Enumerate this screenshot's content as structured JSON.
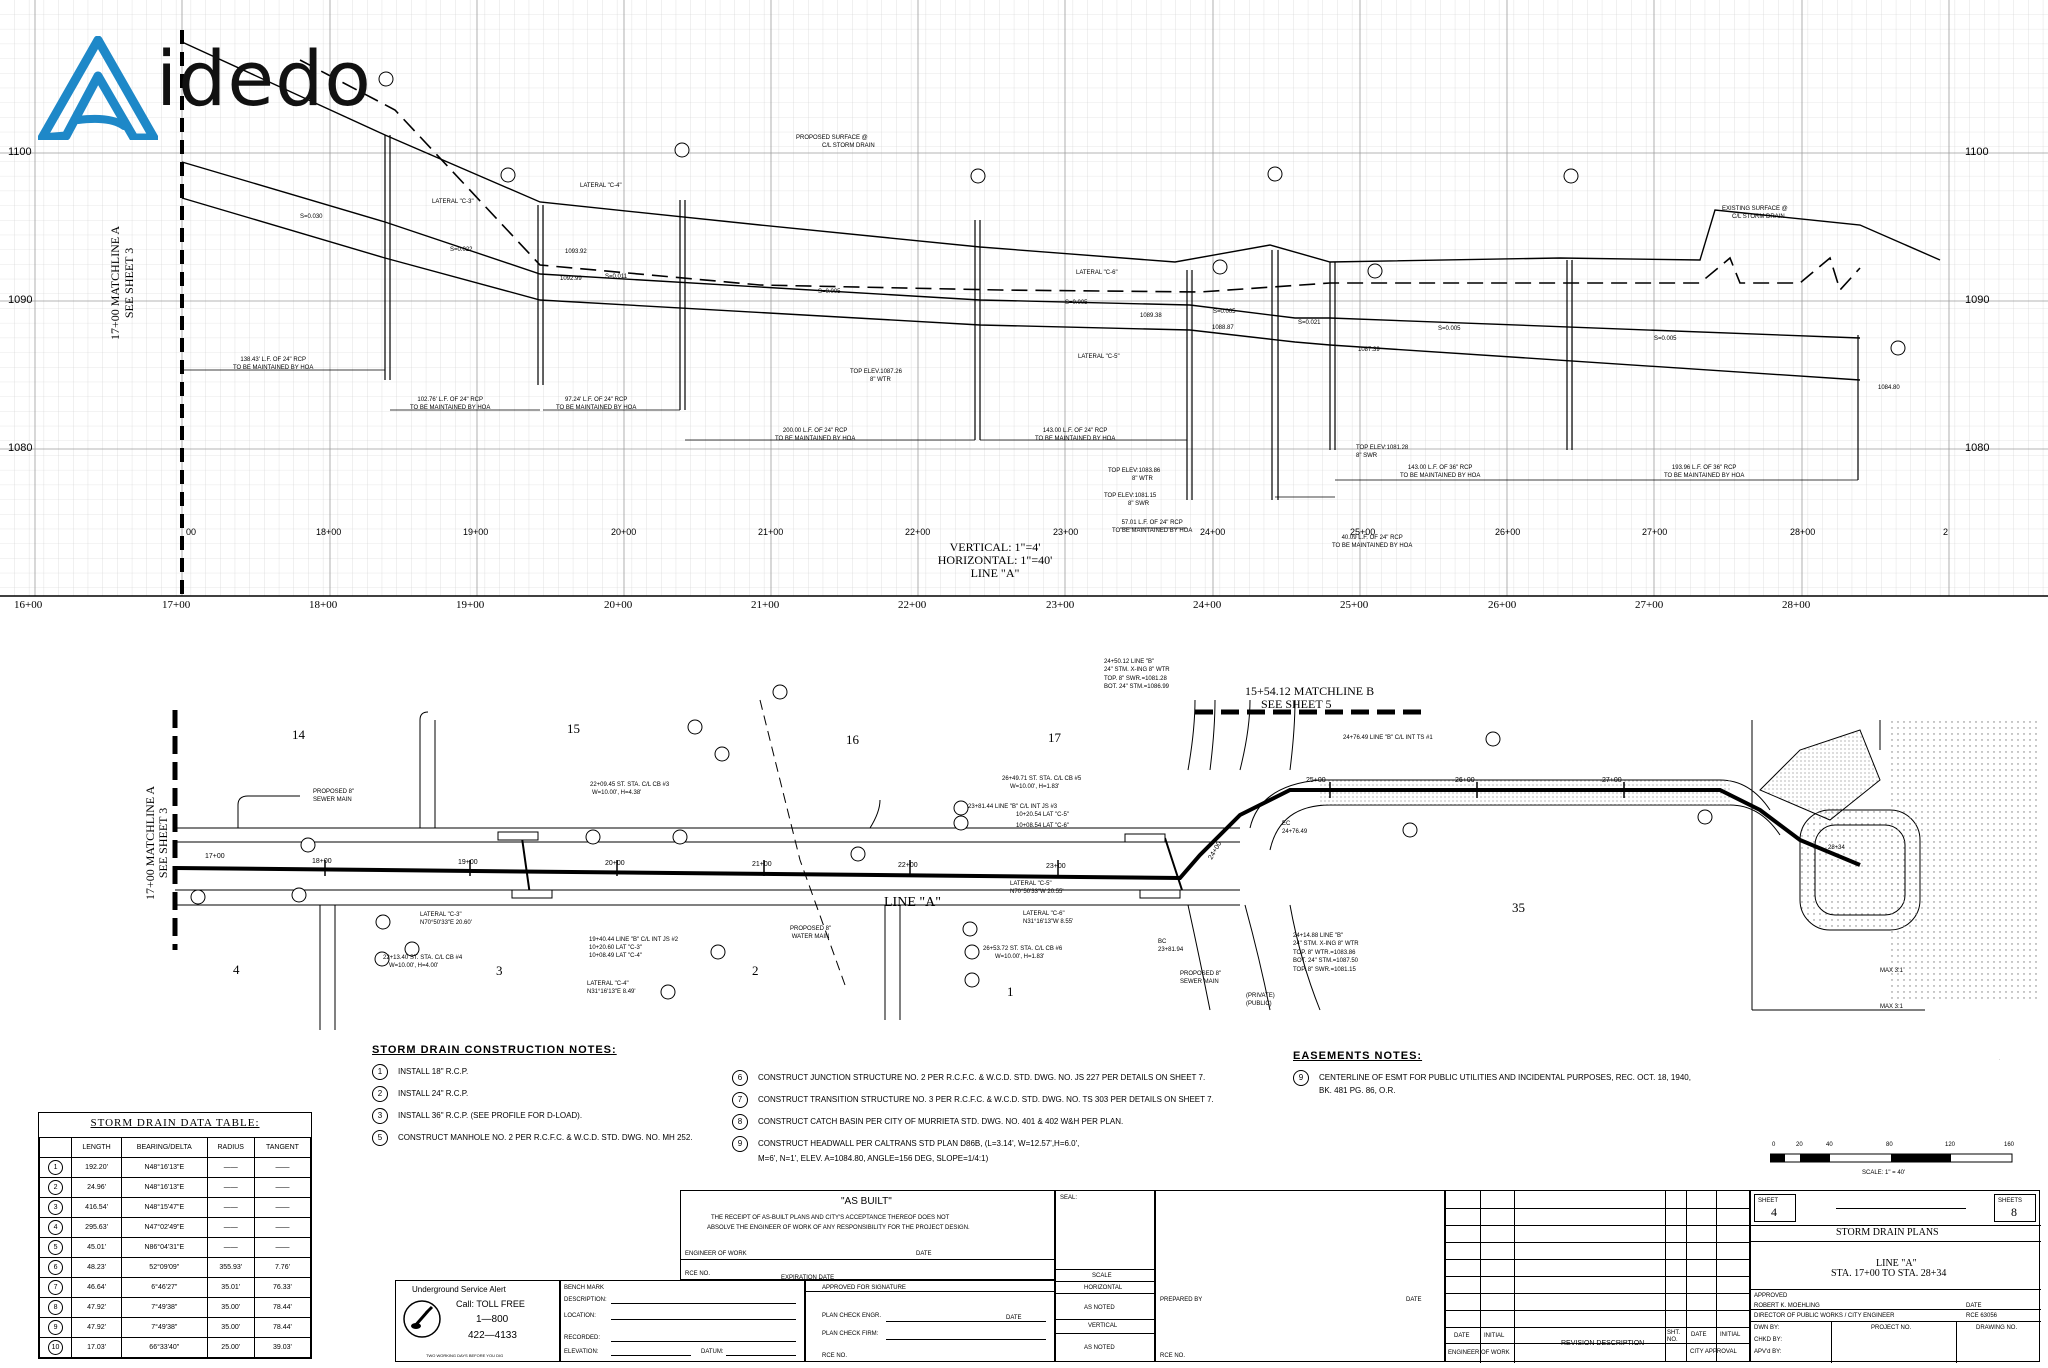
{
  "brand": {
    "name": "idedo",
    "accent": "#1e88c8"
  },
  "profile": {
    "elev_labels": [
      "1100",
      "1090",
      "1080"
    ],
    "station_labels_bottom": [
      "16+00",
      "17+00",
      "18+00",
      "19+00",
      "20+00",
      "21+00",
      "22+00",
      "23+00",
      "24+00",
      "25+00",
      "26+00",
      "27+00",
      "28+00"
    ],
    "station_labels_inner": [
      "00",
      "18+00",
      "19+00",
      "20+00",
      "21+00",
      "22+00",
      "23+00",
      "24+00",
      "25+00",
      "26+00",
      "27+00",
      "28+00",
      "2"
    ],
    "matchline": "17+00 MATCHLINE A",
    "matchline_sub": "SEE SHEET 3",
    "scale_vertical": "VERTICAL: 1\"=4'",
    "scale_horizontal": "HORIZONTAL: 1\"=40'",
    "line_name": "LINE \"A\"",
    "proposed_surface": "PROPOSED SURFACE @",
    "proposed_surface_2": "C/L STORM DRAIN",
    "existing_surface": "EXISTING SURFACE @",
    "existing_surface_2": "C/L STORM DRAIN",
    "lateral_c3": "LATERAL \"C-3\"",
    "lateral_c4": "LATERAL \"C-4\"",
    "lateral_c6": "LATERAL \"C-6\"",
    "lateral_c5": "LATERAL \"C-5\"",
    "slopes": [
      "S=0.030",
      "S=0.022",
      "S=0.011",
      "S=0.005",
      "S=0.005",
      "S=0.005",
      "S=0.021",
      "S=0.005",
      "S=0.005"
    ],
    "elevs": [
      "1093.92",
      "1092.99",
      "1089.38",
      "1088.87",
      "1087.39",
      "1084.80"
    ],
    "pipe_runs": [
      {
        "l1": "138.43' L.F. OF 24\" RCP",
        "l2": "TO BE MAINTAINED BY HOA"
      },
      {
        "l1": "102.76' L.F. OF 24\" RCP",
        "l2": "TO BE MAINTAINED BY HOA"
      },
      {
        "l1": "97.24' L.F. OF 24\" RCP",
        "l2": "TO BE MAINTAINED BY HOA"
      },
      {
        "l1": "200.00 L.F. OF 24\" RCP",
        "l2": "TO BE MAINTAINED BY HOA"
      },
      {
        "l1": "143.00 L.F. OF 24\" RCP",
        "l2": "TO BE MAINTAINED BY HOA"
      },
      {
        "l1": "57.01 L.F. OF 24\" RCP",
        "l2": "TO BE MAINTAINED BY HOA"
      },
      {
        "l1": "40.09 L.F. OF 24\" RCP",
        "l2": "TO BE MAINTAINED BY HOA"
      },
      {
        "l1": "143.00 L.F. OF 36\" RCP",
        "l2": "TO BE MAINTAINED BY HOA"
      },
      {
        "l1": "193.96 L.F. OF 36\" RCP",
        "l2": "TO BE MAINTAINED BY HOA"
      }
    ],
    "top_elevs": [
      {
        "l1": "TOP ELEV.1087.26",
        "l2": "8\" WTR"
      },
      {
        "l1": "TOP ELEV:1083.86",
        "l2": "8\" WTR"
      },
      {
        "l1": "TOP ELEV:1081.15",
        "l2": "8\" SWR"
      },
      {
        "l1": "TOP ELEV:1081.28",
        "l2": "8\" SWR"
      }
    ]
  },
  "plan": {
    "lots": [
      "14",
      "15",
      "16",
      "17",
      "4",
      "3",
      "2",
      "1",
      "35"
    ],
    "matchline_a": "17+00 MATCHLINE A",
    "matchline_a_sub": "SEE SHEET 3",
    "matchline_b": "15+54.12 MATCHLINE B",
    "matchline_b_sub": "SEE SHEET 5",
    "line_name": "LINE \"A\"",
    "stations": [
      "17+00",
      "18+00",
      "19+00",
      "20+00",
      "21+00",
      "22+00",
      "23+00",
      "24+00",
      "25+00",
      "26+00",
      "27+00"
    ],
    "callouts": [
      {
        "l1": "PROPOSED 8\"",
        "l2": "SEWER MAIN"
      },
      {
        "l1": "22+09.45 ST. STA. C/L CB #3",
        "l2": "W=10.00', H=4.38'"
      },
      {
        "l1": "24+50.12 LINE \"B\"",
        "l2": "24\" STM. X-ING 8\" WTR"
      },
      {
        "l1": "TOP. 8\" SWR.=1081.28",
        "l2": "BOT. 24\" STM.=1086.99"
      },
      {
        "l1": "26+49.71 ST. STA. C/L CB #5",
        "l2": "W=10.00', H=1.83'"
      },
      {
        "l1": "23+81.44 LINE \"B\"  C/L INT JS #3",
        "l2": "10+20.54 LAT \"C-5\""
      },
      {
        "l1": "10+08.54 LAT \"C-6\"",
        "l2": ""
      },
      {
        "l1": "24+76.49 LINE \"B\"  C/L INT TS #1",
        "l2": ""
      },
      {
        "l1": "LATERAL \"C-3\"",
        "l2": "N70°50'33\"E 20.60'"
      },
      {
        "l1": "22+13.40 ST. STA. C/L CB #4",
        "l2": "W=10.00', H=4.00'"
      },
      {
        "l1": "19+40.44 LINE \"B\"  C/L INT JS #2",
        "l2": "10+20.60 LAT \"C-3\""
      },
      {
        "l1": "10+08.49 LAT \"C-4\"",
        "l2": ""
      },
      {
        "l1": "LATERAL \"C-4\"",
        "l2": "N31°16'13\"E 8.49'"
      },
      {
        "l1": "PROPOSED 8\"",
        "l2": "WATER MAIN"
      },
      {
        "l1": "LATERAL \"C-5\"",
        "l2": "N70°50'33\"W 20.55'"
      },
      {
        "l1": "LATERAL \"C-6\"",
        "l2": "N31°16'13\"W 8.55'"
      },
      {
        "l1": "26+53.72 ST. STA. C/L CB #6",
        "l2": "W=10.00', H=1.83'"
      },
      {
        "l1": "PROPOSED 8\"",
        "l2": "SEWER MAIN"
      },
      {
        "l1": "24+14.88 LINE \"B\"",
        "l2": "24\" STM. X-ING 8\" WTR"
      },
      {
        "l1": "TOP. 8\" WTR.=1083.86",
        "l2": "BOT. 24\" STM.=1087.50"
      },
      {
        "l1": "TOP. 8\" SWR.=1081.15",
        "l2": ""
      }
    ],
    "ec": "EC",
    "ec_sta": "24+76.49",
    "bc": "BC",
    "bc_sta": "23+81.94",
    "private": "(PRIVATE)",
    "public": "(PUBLIC)",
    "max": "MAX 3:1",
    "end_sta": "28+34"
  },
  "storm_notes": {
    "title": "STORM DRAIN CONSTRUCTION NOTES:",
    "left": [
      {
        "n": "1",
        "text": "INSTALL 18\" R.C.P."
      },
      {
        "n": "2",
        "text": "INSTALL 24\" R.C.P."
      },
      {
        "n": "3",
        "text": "INSTALL 36\" R.C.P. (SEE PROFILE FOR D-LOAD)."
      },
      {
        "n": "5",
        "text": "CONSTRUCT MANHOLE NO. 2 PER R.C.F.C. & W.C.D. STD. DWG. NO. MH 252."
      }
    ],
    "right": [
      {
        "n": "6",
        "text": "CONSTRUCT JUNCTION STRUCTURE NO. 2 PER R.C.F.C. & W.C.D. STD. DWG. NO. JS 227 PER DETAILS ON SHEET 7."
      },
      {
        "n": "7",
        "text": "CONSTRUCT TRANSITION STRUCTURE  NO. 3 PER R.C.F.C. & W.C.D. STD. DWG. NO. TS 303  PER DETAILS ON SHEET 7."
      },
      {
        "n": "8",
        "text": "CONSTRUCT CATCH BASIN PER CITY OF MURRIETA STD. DWG. NO. 401 & 402  W&H PER PLAN."
      },
      {
        "n": "9",
        "text": "CONSTRUCT HEADWALL PER CALTRANS STD PLAN D86B, (L=3.14', W=12.57',H=6.0',"
      },
      {
        "n": "",
        "text": "M=6', N=1', ELEV. A=1084.80, ANGLE=156 DEG, SLOPE=1/4:1)"
      }
    ]
  },
  "easement_notes": {
    "title": "EASEMENTS NOTES:",
    "items": [
      {
        "n": "9",
        "text": "CENTERLINE OF ESMT FOR PUBLIC UTILITIES AND INCIDENTAL PURPOSES, REC. OCT. 18, 1940,"
      },
      {
        "n": "",
        "text": "BK. 481 PG. 86, O.R."
      }
    ]
  },
  "data_table": {
    "title": "STORM DRAIN DATA TABLE:",
    "headers": [
      "",
      "LENGTH",
      "BEARING/DELTA",
      "RADIUS",
      "TANGENT"
    ],
    "rows": [
      [
        "1",
        "192.20'",
        "N48°16'13\"E",
        "——",
        "——"
      ],
      [
        "2",
        "24.96'",
        "N48°16'13\"E",
        "——",
        "——"
      ],
      [
        "3",
        "416.54'",
        "N48°15'47\"E",
        "——",
        "——"
      ],
      [
        "4",
        "295.63'",
        "N47°02'49\"E",
        "——",
        "——"
      ],
      [
        "5",
        "45.01'",
        "N86°04'31\"E",
        "——",
        "——"
      ],
      [
        "6",
        "48.23'",
        "52°09'09\"",
        "355.93'",
        "7.76'"
      ],
      [
        "7",
        "46.64'",
        "6°46'27\"",
        "35.01'",
        "76.33'"
      ],
      [
        "8",
        "47.92'",
        "7°49'38\"",
        "35.00'",
        "78.44'"
      ],
      [
        "9",
        "47.92'",
        "7°49'38\"",
        "35.00'",
        "78.44'"
      ],
      [
        "10",
        "17.03'",
        "66°33'40\"",
        "25.00'",
        "39.03'"
      ]
    ]
  },
  "scale_bar": {
    "labels": [
      "0",
      "20",
      "40",
      "80",
      "120",
      "160"
    ],
    "caption": "SCALE: 1\" = 40'"
  },
  "title_block": {
    "as_built": "\"AS BUILT\"",
    "as_built_text1": "THE RECEIPT OF AS-BUILT PLANS AND CITY'S ACCEPTANCE THEREOF DOES NOT",
    "as_built_text2": "ABSOLVE THE ENGINEER OF WORK OF ANY RESPONSIBILITY FOR THE PROJECT DESIGN.",
    "seal": "SEAL:",
    "engineer_of_work": "ENGINEER OF WORK",
    "date": "DATE",
    "rce_no": "RCE NO.",
    "expiration_date": "EXPIRATION DATE",
    "scale": "SCALE",
    "horizontal": "HORIZONTAL",
    "as_noted": "AS NOTED",
    "vertical": "VERTICAL",
    "usa_title": "Underground Service Alert",
    "usa_call": "Call: TOLL FREE",
    "usa_num1": "1—800",
    "usa_num2": "422—4133",
    "usa_small": "TWO WORKING DAYS BEFORE YOU DIG",
    "bench_mark": "BENCH MARK",
    "description": "DESCRIPTION:",
    "location": "LOCATION:",
    "recorded": "RECORDED:",
    "elevation": "ELEVATION:",
    "datum": "DATUM:",
    "approved_sig": "APPROVED FOR SIGNATURE",
    "plan_check_engr": "PLAN CHECK ENGR.",
    "plan_check_firm": "PLAN CHECK FIRM:",
    "prepared_by": "PREPARED BY",
    "initial": "INITIAL",
    "revision_desc": "REVISION DESCRIPTION",
    "sht_no": "SHT. NO.",
    "city_approval": "CITY APPROVAL",
    "sheet": "SHEET",
    "sheet_no": "4",
    "sheets": "SHEETS",
    "sheets_no": "8",
    "plan_title": "STORM DRAIN PLANS",
    "line": "LINE \"A\"",
    "sta_range": "STA. 17+00 TO STA. 28+34",
    "approved": "APPROVED",
    "approver": "ROBERT K. MOEHLING",
    "approver_title": "DIRECTOR OF PUBLIC WORKS / CITY ENGINEER",
    "rce": "RCE 63056",
    "dwn_by": "DWN BY:",
    "chkd_by": "CHKD BY:",
    "apvd_by": "APV'd BY:",
    "project_no": "PROJECT NO.",
    "drawing_no": "DRAWING NO."
  }
}
